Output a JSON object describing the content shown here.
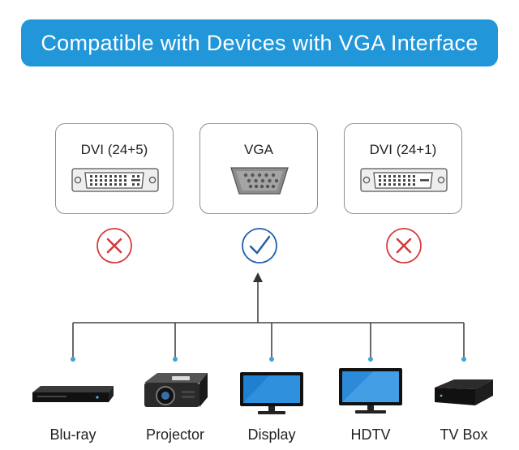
{
  "banner": {
    "title": "Compatible with Devices with VGA Interface"
  },
  "ports": [
    {
      "label": "DVI  (24+5)",
      "status": "incompatible"
    },
    {
      "label": "VGA",
      "status": "compatible"
    },
    {
      "label": "DVI  (24+1)",
      "status": "incompatible"
    }
  ],
  "devices": [
    {
      "label": "Blu-ray",
      "icon": "bluray-player-icon"
    },
    {
      "label": "Projector",
      "icon": "projector-icon"
    },
    {
      "label": "Display",
      "icon": "monitor-icon"
    },
    {
      "label": "HDTV",
      "icon": "hdtv-icon"
    },
    {
      "label": "TV Box",
      "icon": "tv-box-icon"
    }
  ],
  "colors": {
    "banner": "#2196d9",
    "compatible": "#1e5fa8",
    "incompatible": "#d63a3a",
    "connector": "#4a4a4a"
  }
}
